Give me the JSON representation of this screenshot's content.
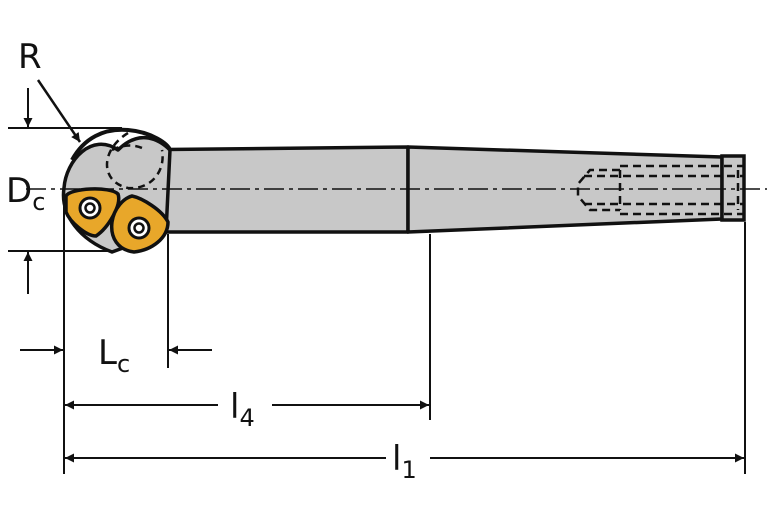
{
  "drawing": {
    "labels": {
      "radius": "R",
      "cutting_diameter": {
        "main": "D",
        "sub": "c"
      },
      "cutting_length": {
        "main": "L",
        "sub": "c"
      },
      "reach_length": {
        "main": "l",
        "sub": "4"
      },
      "total_length": {
        "main": "l",
        "sub": "1"
      }
    }
  },
  "colors": {
    "body": "#c8c8c8",
    "insert": "#e8a72a",
    "outline": "#111111",
    "background": "#ffffff"
  }
}
